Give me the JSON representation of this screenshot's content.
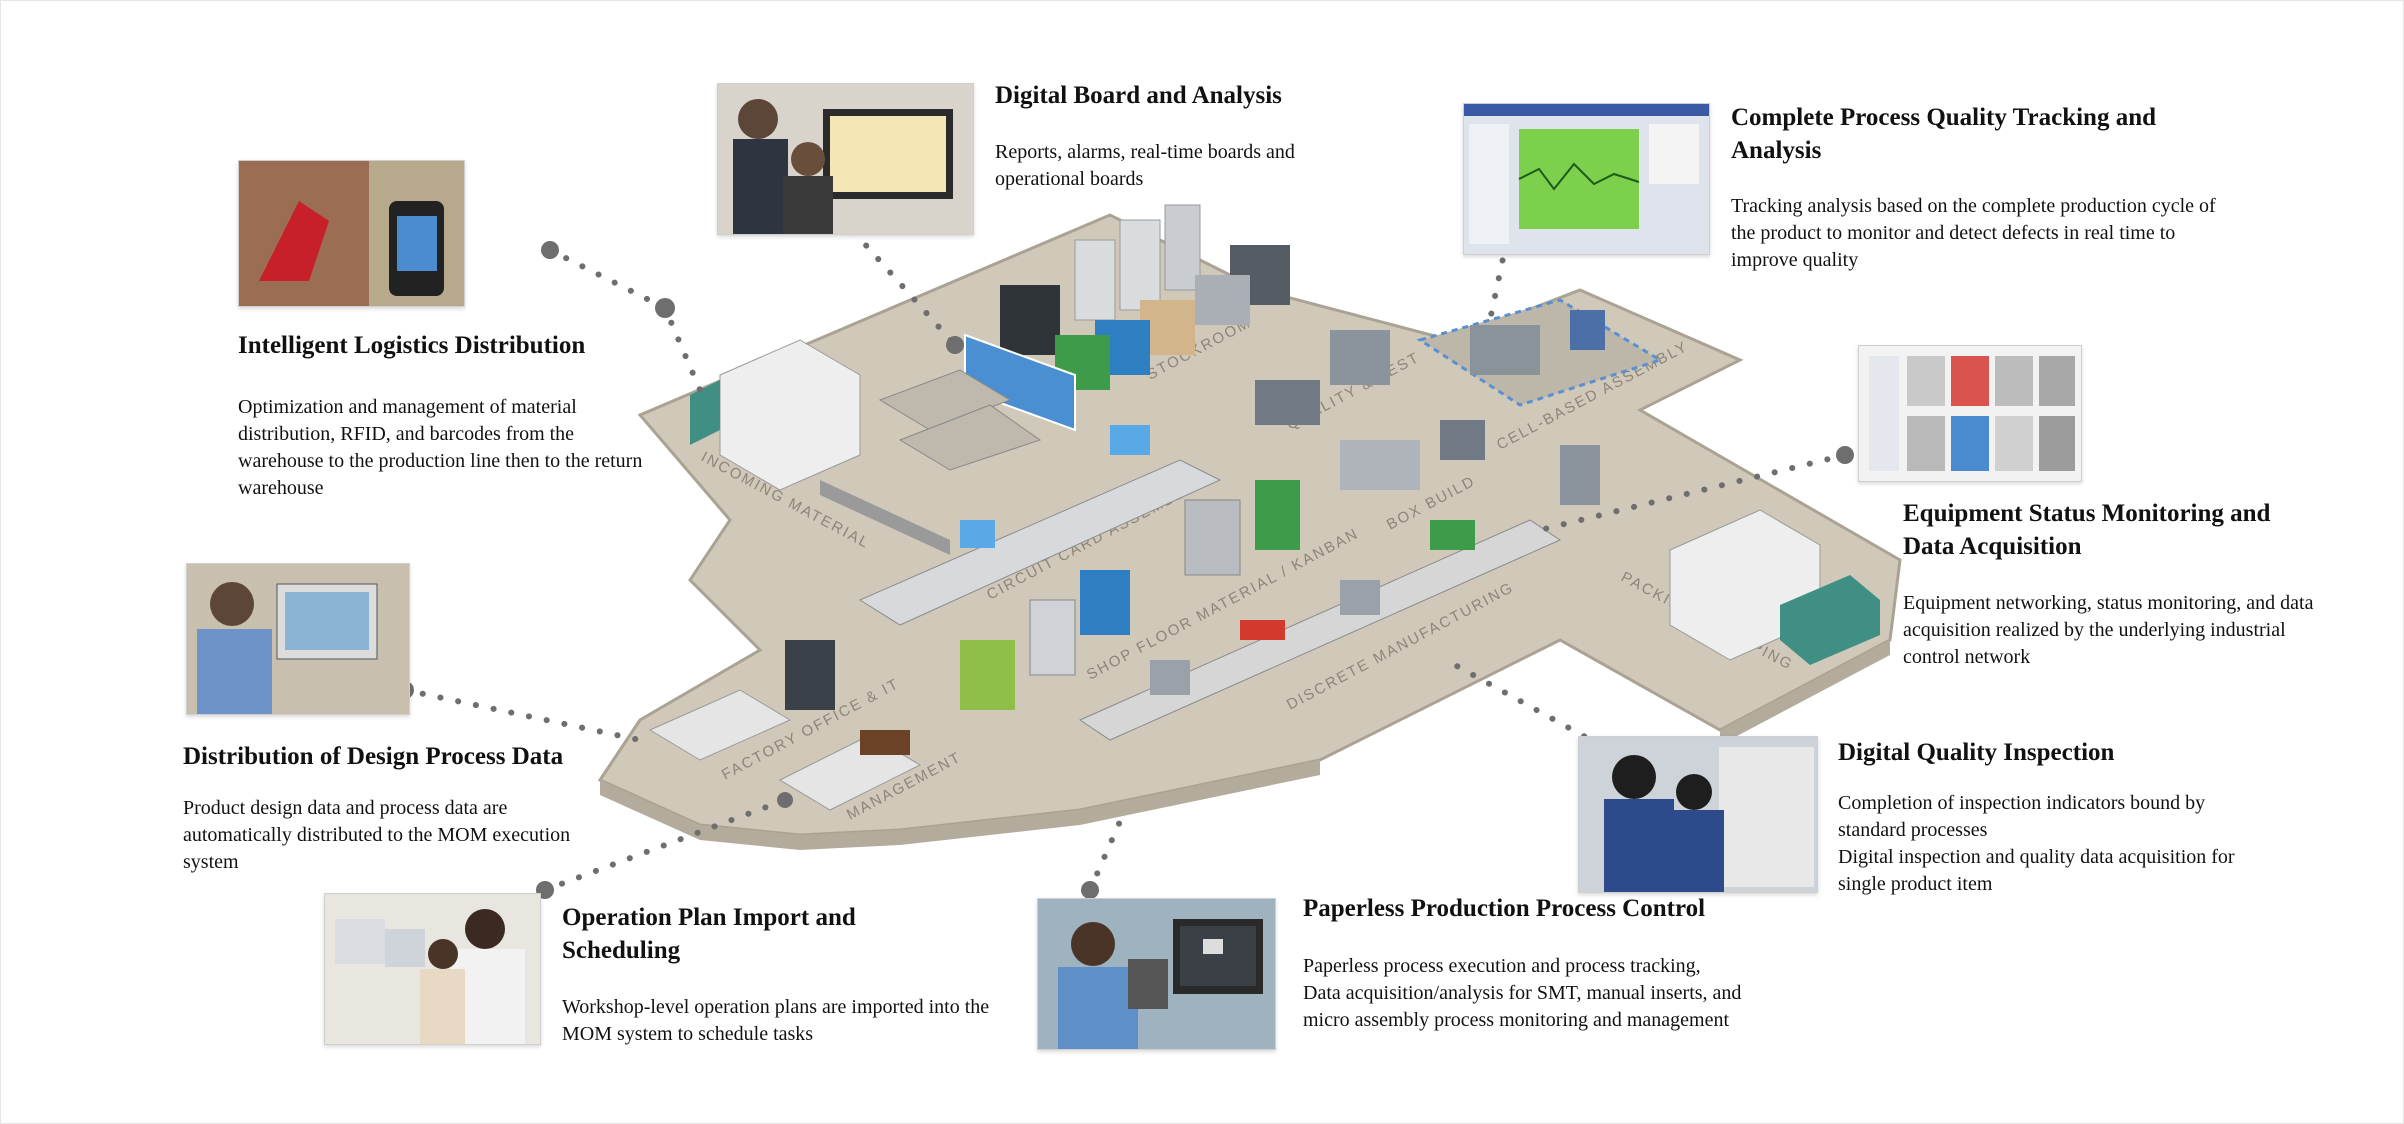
{
  "sections": {
    "logistics": {
      "title": "Intelligent Logistics Distribution",
      "desc": "Optimization and management of material distribution, RFID, and barcodes from the warehouse to the production line then to the return warehouse"
    },
    "board": {
      "title": "Digital Board and Analysis",
      "desc": "Reports, alarms, real-time boards and operational boards"
    },
    "quality_tracking": {
      "title": "Complete Process Quality Tracking and Analysis",
      "desc": "Tracking analysis based on the complete production cycle of the product to monitor and detect defects in real time to improve quality"
    },
    "equipment": {
      "title": "Equipment Status Monitoring and Data Acquisition",
      "desc": "Equipment networking, status monitoring, and data acquisition realized by the underlying industrial control network"
    },
    "design": {
      "title": "Distribution of Design Process Data",
      "desc": "Product design data and process data are automatically distributed to the MOM execution system"
    },
    "inspection": {
      "title": "Digital Quality Inspection",
      "desc_line1": "Completion of inspection indicators bound by standard processes",
      "desc_line2": "Digital inspection and quality data acquisition for single product item"
    },
    "planning": {
      "title": "Operation Plan Import and Scheduling",
      "desc": "Workshop-level operation plans are imported into the MOM system to schedule tasks"
    },
    "paperless": {
      "title": "Paperless Production Process Control",
      "desc": "Paperless process execution and process tracking, Data acquisition/analysis for SMT, manual inserts, and micro assembly process monitoring and management"
    }
  },
  "floor_labels": {
    "incoming": "INCOMING MATERIAL",
    "stockroom": "STOCKROOM",
    "quality_test": "QUALITY & TEST",
    "cell_assembly": "CELL-BASED ASSEMBLY",
    "circuit_card": "CIRCUIT CARD ASSEMBLY",
    "box_build": "BOX BUILD",
    "shop_floor": "SHOP FLOOR MATERIAL / KANBAN",
    "packing": "PACKING & SHIPPING",
    "discrete": "DISCRETE MANUFACTURING",
    "factory_office": "FACTORY OFFICE & IT",
    "management": "MANAGEMENT"
  },
  "colors": {
    "floor": "#cdc6b7",
    "floor_edge": "#a9a293",
    "connector": "#6e6e6e",
    "truck_cab": "#3f8f84"
  }
}
